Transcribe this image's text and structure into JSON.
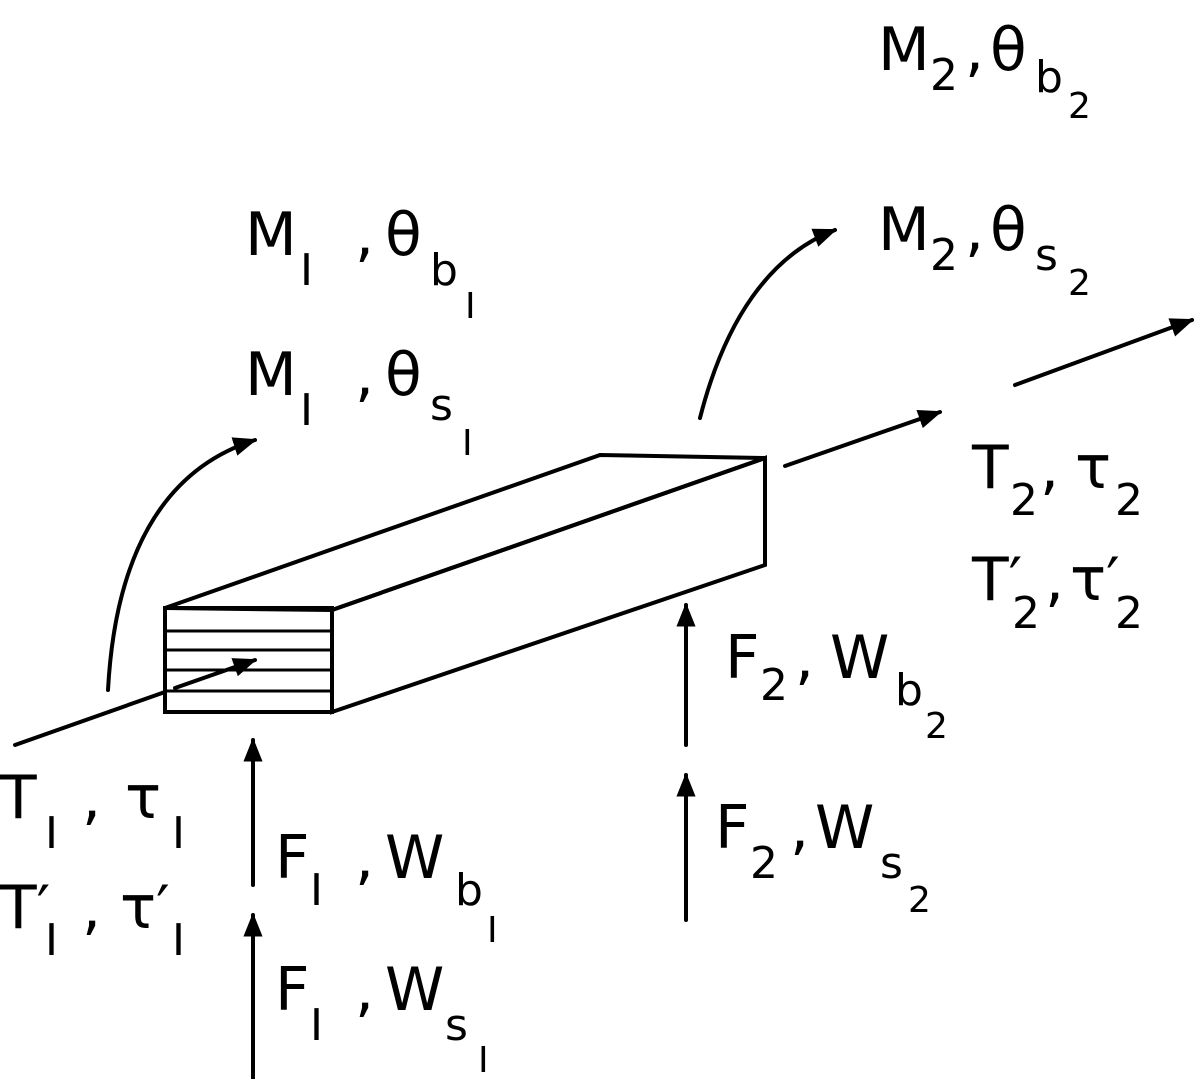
{
  "labels": {
    "m2_b": {
      "sym": "M",
      "sub": "2",
      "sep": ",",
      "sym2": "θ",
      "sub2": "b",
      "subsub2": "2"
    },
    "m1_b": {
      "sym": "M",
      "sub": "I",
      "sep": ",",
      "sym2": "θ",
      "sub2": "b",
      "subsub2": "I"
    },
    "m2_s": {
      "sym": "M",
      "sub": "2",
      "sep": ",",
      "sym2": "θ",
      "sub2": "s",
      "subsub2": "2"
    },
    "m1_s": {
      "sym": "M",
      "sub": "I",
      "sep": ",",
      "sym2": "θ",
      "sub2": "s",
      "subsub2": "I"
    },
    "t2": {
      "sym": "T",
      "sub": "2",
      "sep": ",",
      "sym2": "τ",
      "sub2": "2"
    },
    "t2p": {
      "sym": "T′",
      "sub": "2",
      "sep": ",",
      "sym2": "τ′",
      "sub2": "2"
    },
    "f2_b": {
      "sym": "F",
      "sub": "2",
      "sep": ",",
      "sym2": "W",
      "sub2": "b",
      "subsub2": "2"
    },
    "f2_s": {
      "sym": "F",
      "sub": "2",
      "sep": ",",
      "sym2": "W",
      "sub2": "s",
      "subsub2": "2"
    },
    "t1": {
      "sym": "T",
      "sub": "I",
      "sep": ",",
      "sym2": "τ",
      "sub2": "I"
    },
    "t1p": {
      "sym": "T′",
      "sub": "I",
      "sep": ",",
      "sym2": "τ′",
      "sub2": "I"
    },
    "f1_b": {
      "sym": "F",
      "sub": "I",
      "sep": ",",
      "sym2": "W",
      "sub2": "b",
      "subsub2": "I"
    },
    "f1_s": {
      "sym": "F",
      "sub": "I",
      "sep": ",",
      "sym2": "W",
      "sub2": "s",
      "subsub2": "I"
    }
  }
}
